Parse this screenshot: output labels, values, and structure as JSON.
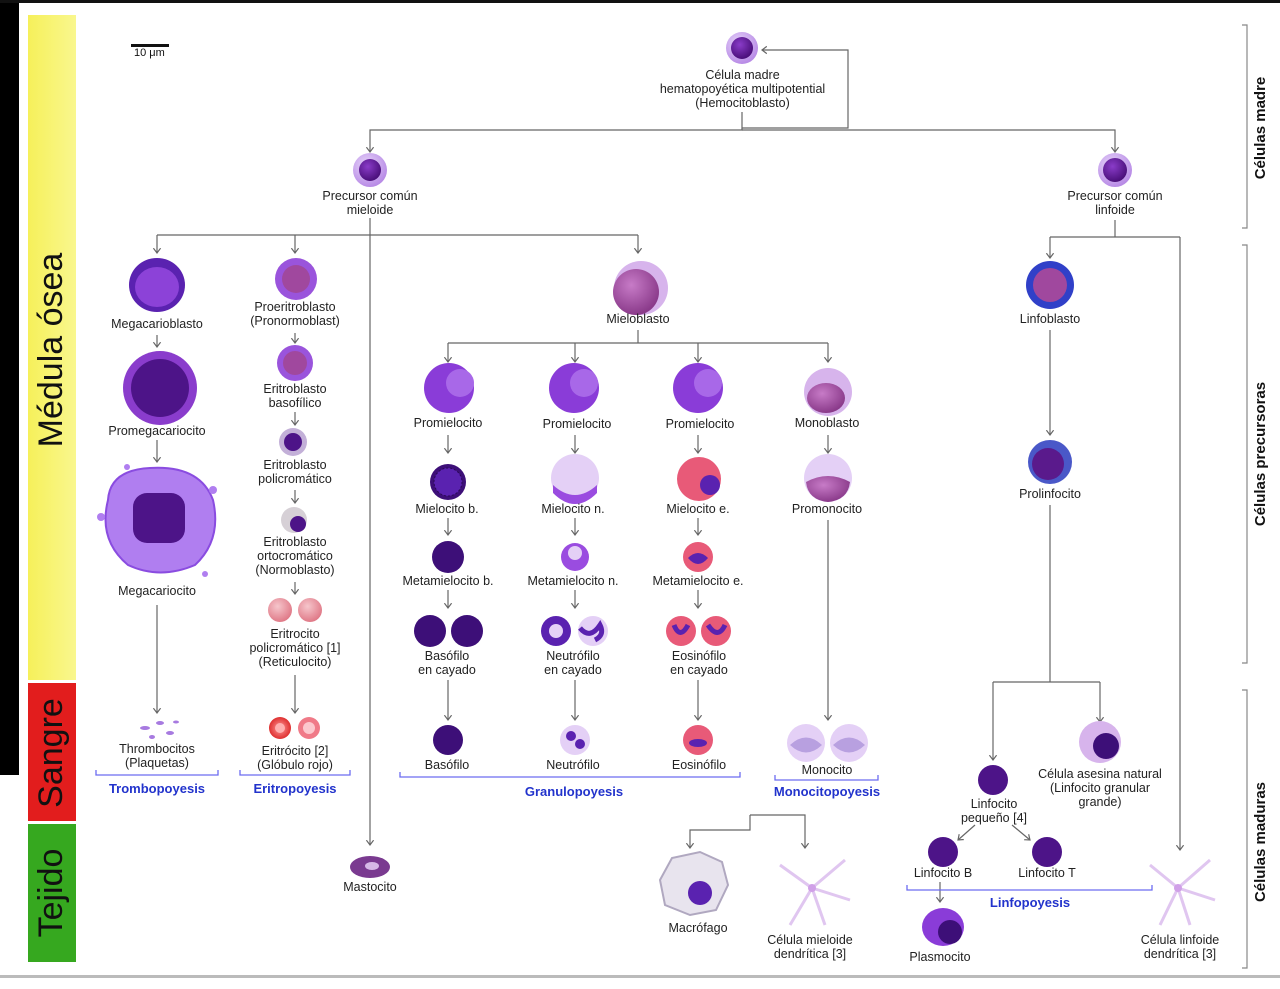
{
  "scale_bar": "10 μm",
  "bands": {
    "medula": "Médula ósea",
    "sangre": "Sangre",
    "tejido": "Tejido"
  },
  "side_labels": {
    "madre": "Células madre",
    "precursoras": "Células precursoras",
    "maduras": "Células maduras"
  },
  "processes": {
    "trombopoyesis": "Trombopoyesis",
    "eritropoyesis": "Eritropoyesis",
    "granulopoyesis": "Granulopoyesis",
    "monocitopoyesis": "Monocitopoyesis",
    "linfopoyesis": "Linfopoyesis"
  },
  "cells": {
    "hemocitoblasto": "Célula madre\nhematopoyética multipotential\n(Hemocitoblasto)",
    "mieloide": "Precursor común\nmieloide",
    "linfoide": "Precursor común\nlinfoide",
    "megacarioblasto": "Megacarioblasto",
    "promegacariocito": "Promegacariocito",
    "megacariocito": "Megacariocito",
    "trombocitos": "Thrombocitos\n(Plaquetas)",
    "proeritroblasto": "Proeritroblasto\n(Pronormoblast)",
    "eri_basofilico": "Eritroblasto\nbasofílico",
    "eri_policromatico": "Eritroblasto\npolicromático",
    "eri_ortocromatico": "Eritroblasto\nortocromático\n(Normoblasto)",
    "eritrocito_poli": "Eritrocito\npolicromático [1]\n(Reticulocito)",
    "eritrocito": "Eritrócito [2]\n(Glóbulo rojo)",
    "mastocito": "Mastocito",
    "mieloblasto": "Mieloblasto",
    "promielocito_b": "Promielocito",
    "promielocito_n": "Promielocito",
    "promielocito_e": "Promielocito",
    "monoblasto": "Monoblasto",
    "mielocito_b": "Mielocito b.",
    "mielocito_n": "Mielocito n.",
    "mielocito_e": "Mielocito e.",
    "promonocito": "Promonocito",
    "metamielocito_b": "Metamielocito b.",
    "metamielocito_n": "Metamielocito n.",
    "metamielocito_e": "Metamielocito e.",
    "basofilo_cayado": "Basófilo\nen cayado",
    "neutrofilo_cayado": "Neutrófilo\nen cayado",
    "eosinofilo_cayado": "Eosinófilo\nen cayado",
    "basofilo": "Basófilo",
    "neutrofilo": "Neutrófilo",
    "eosinofilo": "Eosinófilo",
    "monocito": "Monocito",
    "macrofago": "Macrófago",
    "dendritica_mieloide": "Célula mieloide\ndendrítica [3]",
    "linfoblasto": "Linfoblasto",
    "prolinfocito": "Prolinfocito",
    "linfocito_pequeno": "Linfocito\npequeño [4]",
    "asesina_natural": "Célula asesina natural\n(Linfocito granular\ngrande)",
    "linfocito_b": "Linfocito B",
    "linfocito_t": "Linfocito T",
    "plasmocito": "Plasmocito",
    "dendritica_linfoide": "Célula linfoide\ndendrítica [3]"
  },
  "colors": {
    "band_medula": "#f7f268",
    "band_sangre": "#e02020",
    "band_tejido": "#33aa22",
    "process_text": "#2233cc",
    "cell_purple": "#5a1a8c",
    "cell_light": "#c9a4ee"
  }
}
